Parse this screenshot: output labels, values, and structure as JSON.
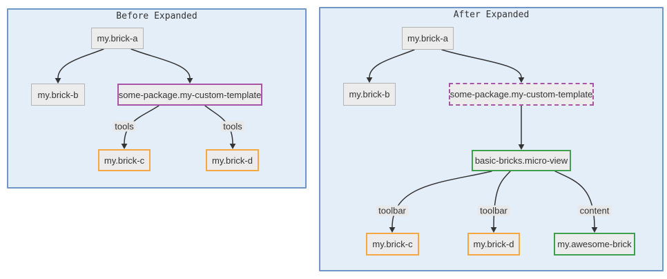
{
  "diagram": {
    "panels": [
      {
        "title": "Before Expanded",
        "nodes": [
          {
            "id": "my-brick-a",
            "label": "my.brick-a",
            "style": "default"
          },
          {
            "id": "my-brick-b",
            "label": "my.brick-b",
            "style": "default"
          },
          {
            "id": "my-custom-template",
            "label": "some-package.my-custom-template",
            "style": "purple-solid"
          },
          {
            "id": "my-brick-c",
            "label": "my.brick-c",
            "style": "orange"
          },
          {
            "id": "my-brick-d",
            "label": "my.brick-d",
            "style": "orange"
          }
        ],
        "edge_labels": [
          {
            "text": "tools"
          },
          {
            "text": "tools"
          }
        ],
        "edges": [
          {
            "from": "my-brick-a",
            "to": "my-brick-b",
            "label": ""
          },
          {
            "from": "my-brick-a",
            "to": "my-custom-template",
            "label": ""
          },
          {
            "from": "my-custom-template",
            "to": "my-brick-c",
            "label": "tools"
          },
          {
            "from": "my-custom-template",
            "to": "my-brick-d",
            "label": "tools"
          }
        ]
      },
      {
        "title": "After Expanded",
        "nodes": [
          {
            "id": "my-brick-a",
            "label": "my.brick-a",
            "style": "default"
          },
          {
            "id": "my-brick-b",
            "label": "my.brick-b",
            "style": "default"
          },
          {
            "id": "my-custom-template",
            "label": "some-package.my-custom-template",
            "style": "purple-dashed"
          },
          {
            "id": "micro-view",
            "label": "basic-bricks.micro-view",
            "style": "green"
          },
          {
            "id": "my-brick-c",
            "label": "my.brick-c",
            "style": "orange"
          },
          {
            "id": "my-brick-d",
            "label": "my.brick-d",
            "style": "orange"
          },
          {
            "id": "my-awesome-brick",
            "label": "my.awesome-brick",
            "style": "green"
          }
        ],
        "edge_labels": [
          {
            "text": "toolbar"
          },
          {
            "text": "toolbar"
          },
          {
            "text": "content"
          }
        ],
        "edges": [
          {
            "from": "my-brick-a",
            "to": "my-brick-b",
            "label": ""
          },
          {
            "from": "my-brick-a",
            "to": "my-custom-template",
            "label": ""
          },
          {
            "from": "my-custom-template",
            "to": "micro-view",
            "label": ""
          },
          {
            "from": "micro-view",
            "to": "my-brick-c",
            "label": "toolbar"
          },
          {
            "from": "micro-view",
            "to": "my-brick-d",
            "label": "toolbar"
          },
          {
            "from": "micro-view",
            "to": "my-awesome-brick",
            "label": "content"
          }
        ]
      }
    ],
    "colors": {
      "page_bg": "#ffffff",
      "panel_bg": "#e4eef9",
      "panel_border": "#7096c8",
      "node_fill": "#ececec",
      "node_border_default": "#b3b3b3",
      "node_border_template": "#a855a8",
      "node_border_tool": "#f5a742",
      "node_border_view": "#3da04f",
      "edge_stroke": "#333333",
      "edge_label_bg": "#e8e8e8",
      "text": "#333333"
    }
  }
}
